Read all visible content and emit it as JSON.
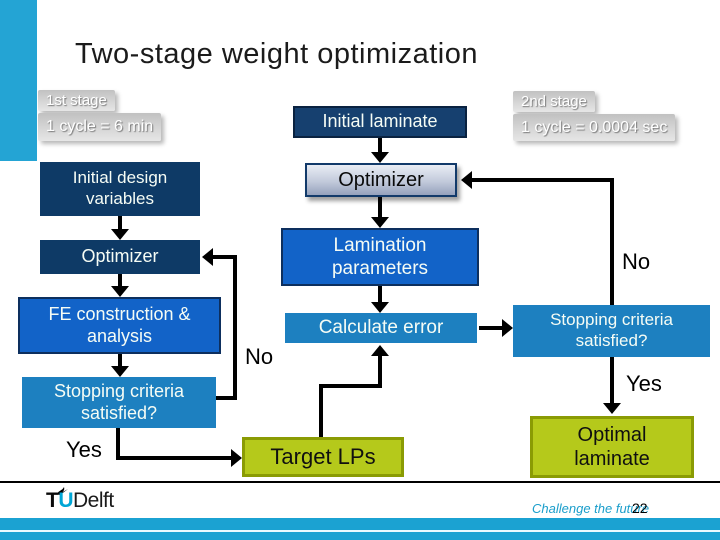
{
  "slide": {
    "title": "Two-stage weight optimization",
    "page_number": "22",
    "tagline": "Challenge the future"
  },
  "logo": {
    "t": "T",
    "u": "U",
    "delft": "Delft"
  },
  "labels": {
    "yes": "Yes",
    "no": "No"
  },
  "stage1": {
    "name": "1st stage",
    "cycle": "1 cycle = 6 min"
  },
  "stage2": {
    "name": "2nd stage",
    "cycle": "1 cycle = 0.0004 sec"
  },
  "boxes": {
    "initial_design": "Initial design\nvariables",
    "optimizer_left": "Optimizer",
    "fe_construction": "FE construction &\nanalysis",
    "stopping_left": "Stopping criteria\nsatisfied?",
    "initial_laminate": "Initial laminate",
    "optimizer_center": "Optimizer",
    "lamination_parameters": "Lamination\nparameters",
    "calculate_error": "Calculate error",
    "target_lps": "Target LPs",
    "stopping_right": "Stopping criteria\nsatisfied?",
    "optimal_laminate": "Optimal\nlaminate"
  },
  "colors": {
    "accent_cyan": "#1ba2d2",
    "navy": "#0e3a66",
    "bright_blue": "#1263c8",
    "teal_blue": "#1d80c0",
    "olive_green": "#b5c91b",
    "logo_blue": "#00a6d6"
  }
}
